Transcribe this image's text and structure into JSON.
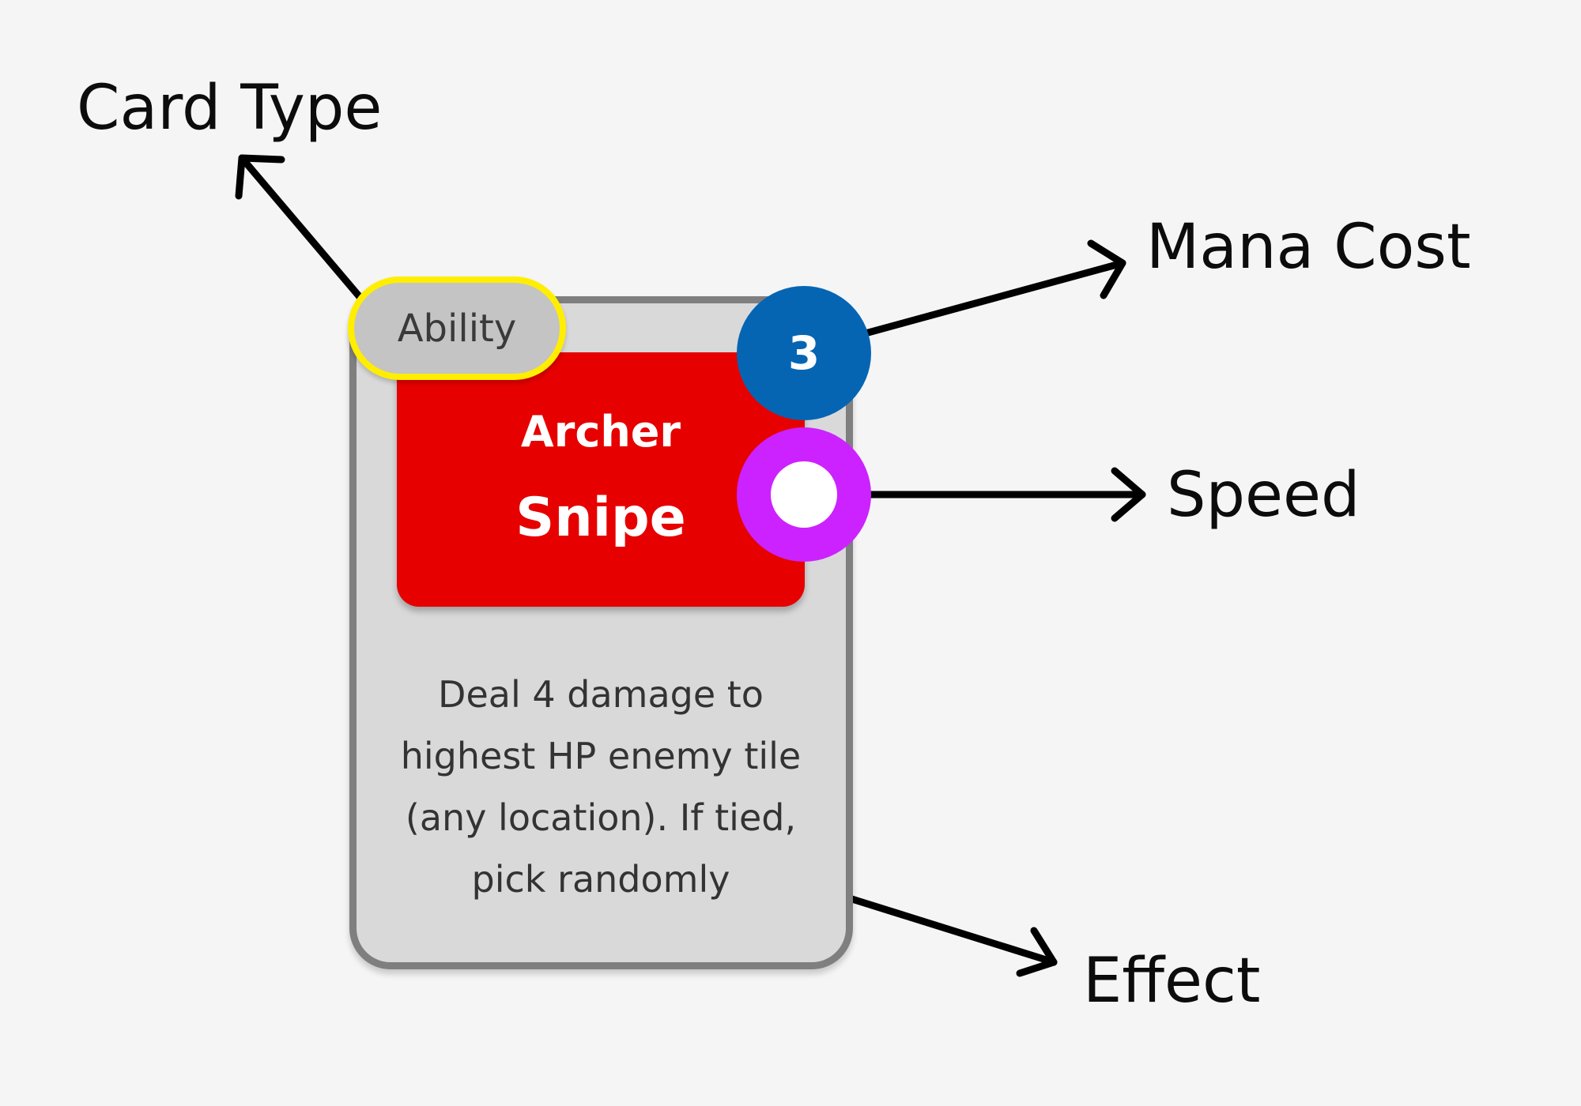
{
  "callouts": {
    "card_type": "Card Type",
    "mana_cost": "Mana Cost",
    "speed": "Speed",
    "effect": "Effect"
  },
  "card": {
    "type": "Ability",
    "mana_cost": "3",
    "subtitle": "Archer",
    "title": "Snipe",
    "effect": "Deal 4 damage to highest HP enemy tile (any location). If tied, pick randomly"
  },
  "colors": {
    "background": "#f5f5f5",
    "card_body": "#d9d9d9",
    "card_border": "#7f7f7f",
    "header": "#e60000",
    "type_pill": "#c4c4c4",
    "type_highlight": "#ffee00",
    "mana": "#0565b3",
    "speed": "#cc22ff"
  }
}
